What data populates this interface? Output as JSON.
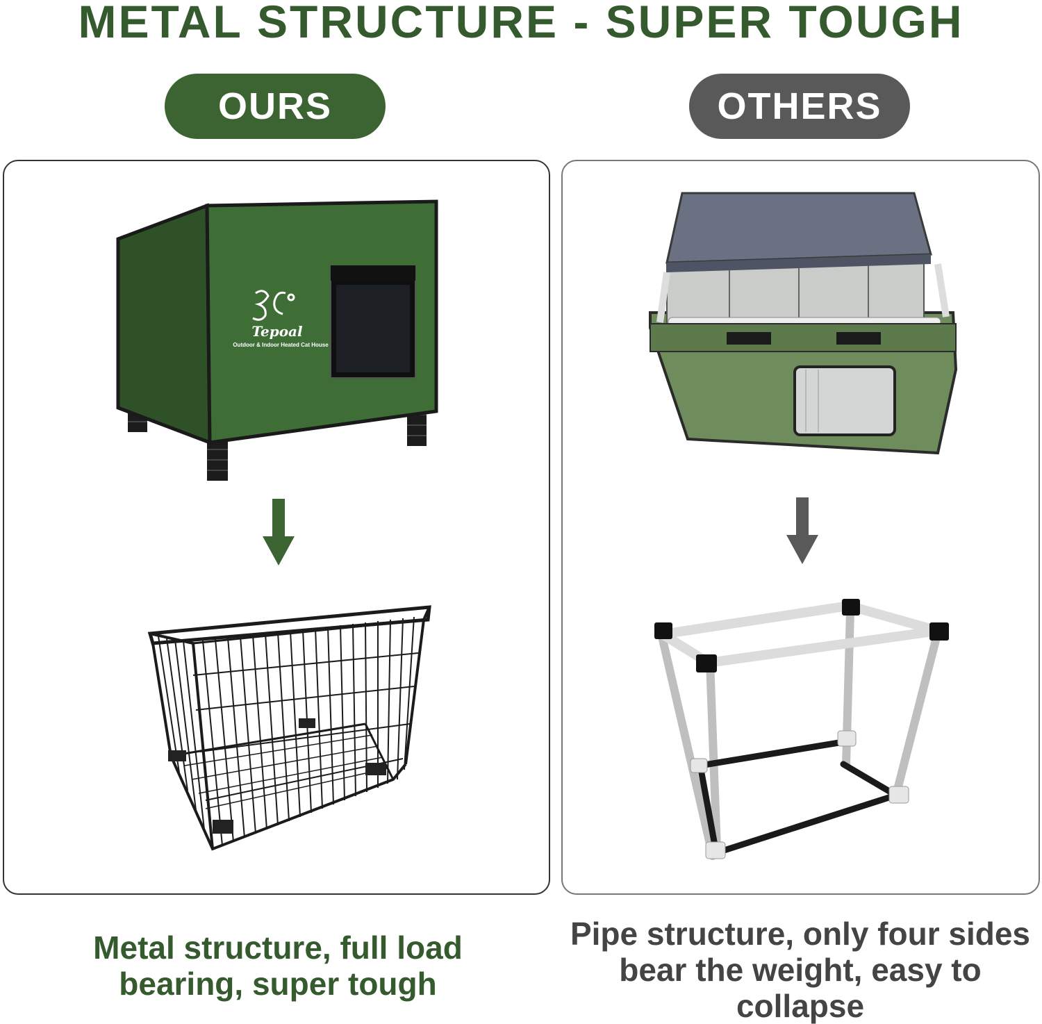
{
  "title": "METAL STRUCTURE - SUPER TOUGH",
  "ours": {
    "badge": "OURS",
    "brand": "Tepoal",
    "brand_sub": "Outdoor & Indoor Heated Cat House",
    "caption": "Metal structure, full load bearing, super tough"
  },
  "others": {
    "badge": "OTHERS",
    "caption": "Pipe structure, only four sides bear the weight, easy to collapse"
  },
  "colors": {
    "accent_green": "#3b6432",
    "title_green": "#355a2d",
    "others_gray": "#595959"
  }
}
